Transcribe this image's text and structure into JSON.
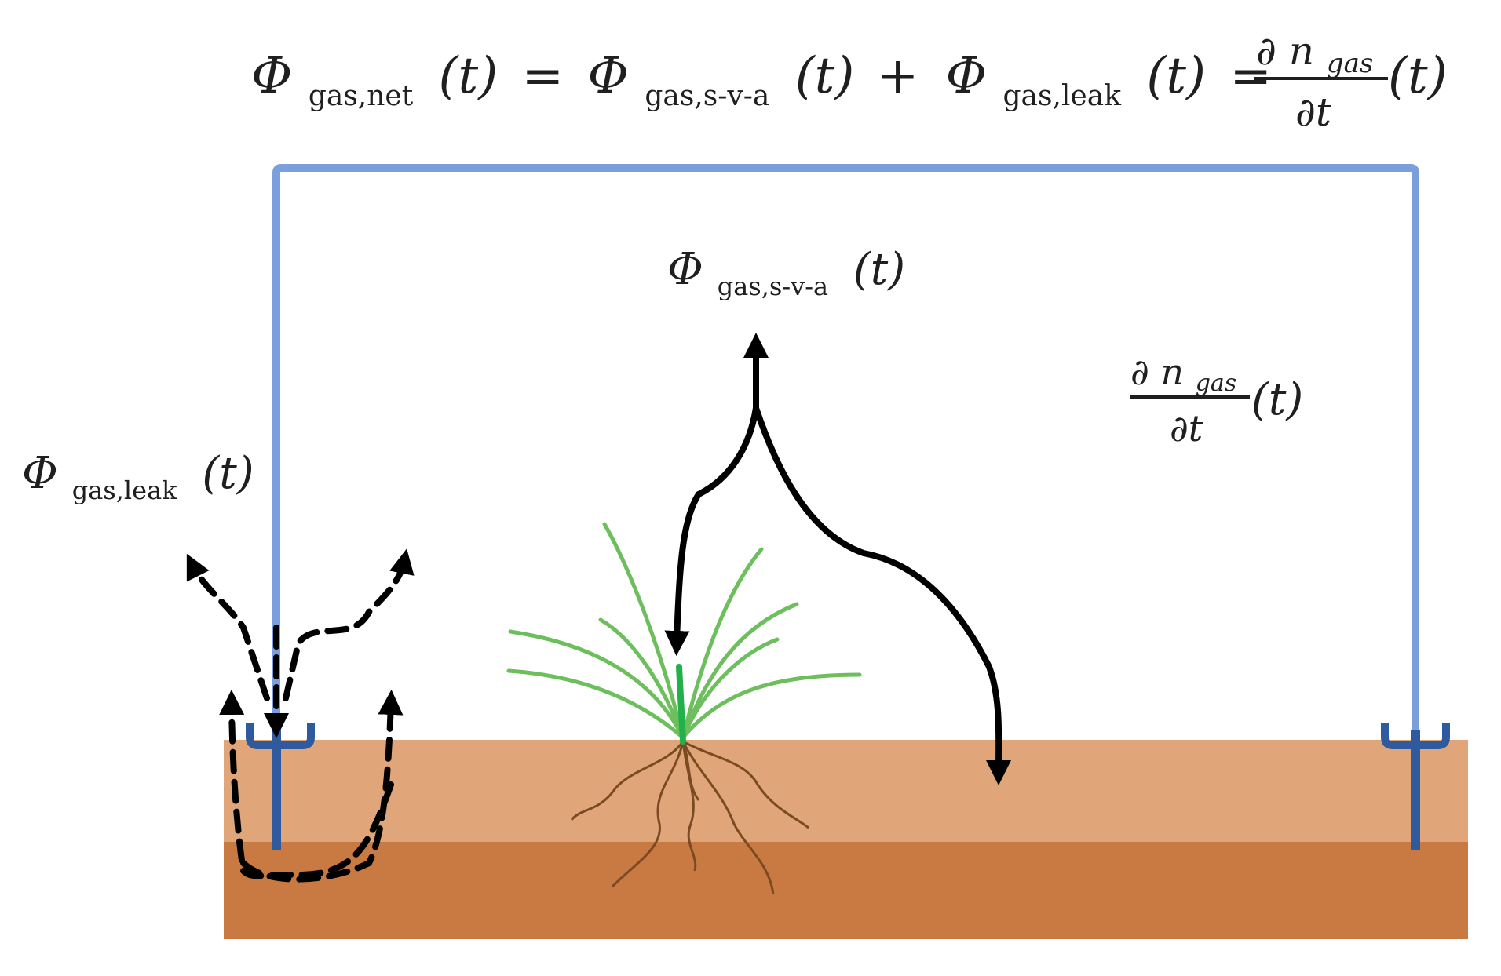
{
  "equation": {
    "phi": "Φ",
    "net_sub": "gas,net",
    "t_arg": "(t)",
    "equals": "=",
    "sva_sub": "gas,s-v-a",
    "plus": "+",
    "leak_sub": "gas,leak",
    "partial_num_d": "∂",
    "n": "n",
    "n_sub": "gas",
    "partial_den": "∂t"
  },
  "labels": {
    "sva": {
      "phi": "Φ",
      "sub": "gas,s-v-a",
      "arg": "(t)"
    },
    "leak": {
      "phi": "Φ",
      "sub": "gas,leak",
      "arg": "(t)"
    },
    "storage": {
      "partial_num_d": "∂",
      "n": "n",
      "n_sub": "gas",
      "partial_den": "∂t",
      "arg": "(t)"
    }
  },
  "colors": {
    "chamber": "#7a9fdc",
    "collar": "#2f5b9e",
    "soil_top": "#e0a679",
    "soil_bottom": "#c97a42",
    "plant_leaves": "#6cbf5c",
    "plant_stem": "#22b04a",
    "roots": "#7a4a22",
    "arrows": "#000000"
  }
}
